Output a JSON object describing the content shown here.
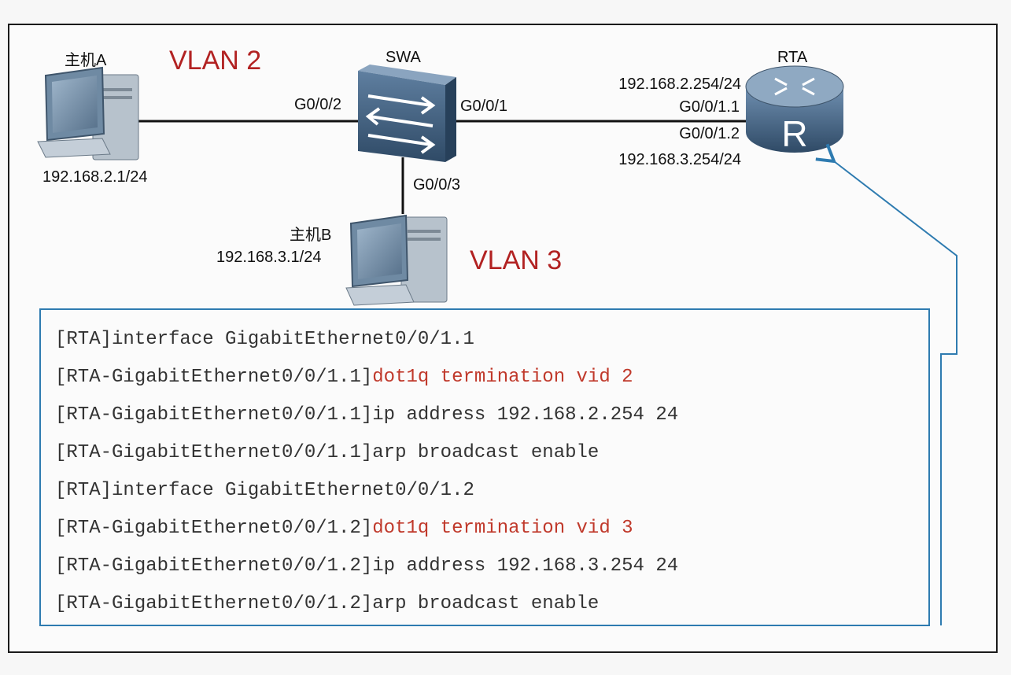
{
  "nodes": {
    "host_a": {
      "name": "主机A",
      "ip": "192.168.2.1/24"
    },
    "host_b": {
      "name": "主机B",
      "ip": "192.168.3.1/24"
    },
    "switch": {
      "name": "SWA",
      "port_a": "G0/0/2",
      "port_router": "G0/0/1",
      "port_b": "G0/0/3"
    },
    "router": {
      "name": "RTA",
      "sub1_ip": "192.168.2.254/24",
      "sub1_if": "G0/0/1.1",
      "sub2_if": "G0/0/1.2",
      "sub2_ip": "192.168.3.254/24",
      "symbol": "R"
    }
  },
  "vlans": {
    "vlan2": "VLAN 2",
    "vlan3": "VLAN 3"
  },
  "cli": [
    {
      "prefix": "[RTA]",
      "command": "interface GigabitEthernet0/0/1.1",
      "highlight": false
    },
    {
      "prefix": "[RTA-GigabitEthernet0/0/1.1]",
      "command": "dot1q termination vid 2",
      "highlight": true
    },
    {
      "prefix": "[RTA-GigabitEthernet0/0/1.1]",
      "command": "ip address 192.168.2.254 24",
      "highlight": false
    },
    {
      "prefix": "[RTA-GigabitEthernet0/0/1.1]",
      "command": "arp broadcast enable",
      "highlight": false
    },
    {
      "prefix": "[RTA]",
      "command": "interface GigabitEthernet0/0/1.2",
      "highlight": false
    },
    {
      "prefix": "[RTA-GigabitEthernet0/0/1.2]",
      "command": "dot1q termination vid 3",
      "highlight": true
    },
    {
      "prefix": "[RTA-GigabitEthernet0/0/1.2]",
      "command": "ip address 192.168.3.254 24",
      "highlight": false
    },
    {
      "prefix": "[RTA-GigabitEthernet0/0/1.2]",
      "command": "arp broadcast enable",
      "highlight": false
    }
  ],
  "colors": {
    "vlan_label": "#b22222",
    "cli_highlight": "#c0392b",
    "callout": "#2e7bb0",
    "device": "#3c5a78"
  }
}
